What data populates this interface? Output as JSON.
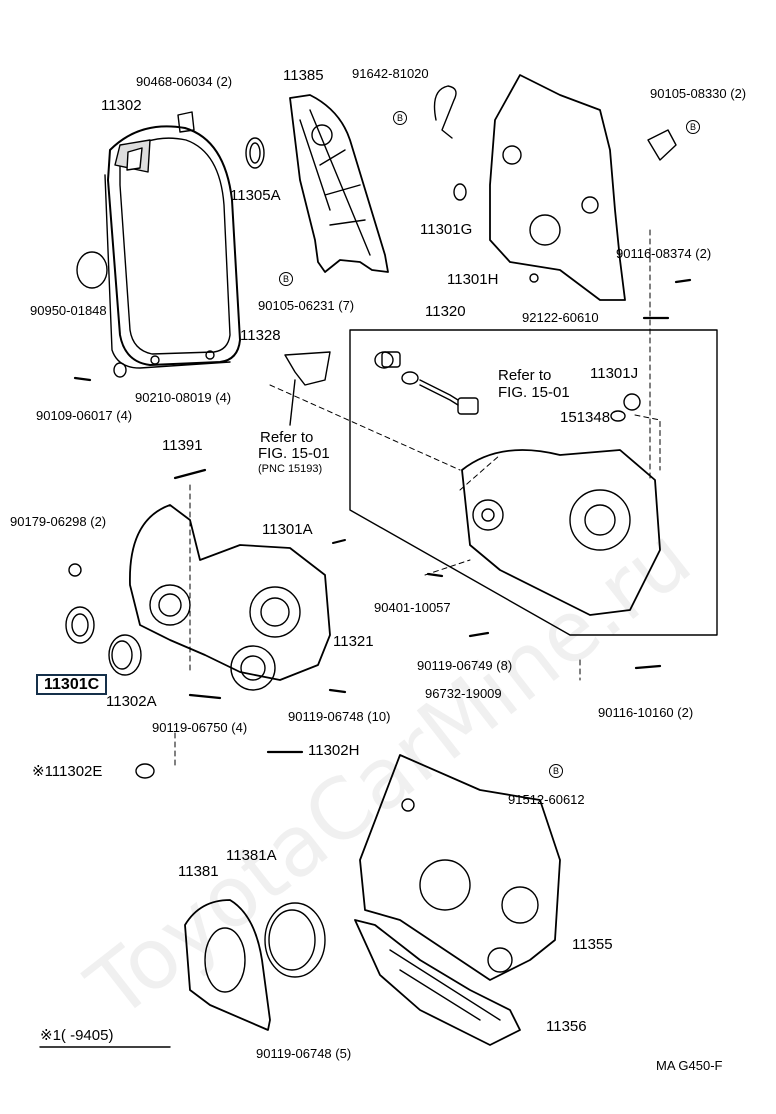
{
  "watermark": "ToyotaCarMine.ru",
  "labels": {
    "p90468": "90468-06034 (2)",
    "p11385": "11385",
    "p91642": "91642-81020",
    "p90105a": "90105-08330 (2)",
    "p11302": "11302",
    "p11305A": "11305A",
    "p11301G": "11301G",
    "p90950": "90950-01848",
    "p90105b": "90105-06231 (7)",
    "p11301H": "11301H",
    "p90116a": "90116-08374 (2)",
    "p11328": "11328",
    "p11320": "11320",
    "p92122": "92122-60610",
    "p90210": "90210-08019 (4)",
    "p90109": "90109-06017 (4)",
    "refer1_a": "Refer to",
    "refer1_b": "FIG. 15-01",
    "p11301J": "11301J",
    "p151348": "151348",
    "p11391": "11391",
    "refer2_a": "Refer to",
    "refer2_b": "FIG. 15-01",
    "refer2_c": "(PNC 15193)",
    "p90179": "90179-06298 (2)",
    "p11301A": "11301A",
    "p90401": "90401-10057",
    "p11321": "11321",
    "p11301C": "11301C",
    "p11302A": "11302A",
    "p90119a": "90119-06749 (8)",
    "p96732": "96732-19009",
    "p90119b": "90119-06750 (4)",
    "p90119c": "90119-06748 (10)",
    "p90116b": "90116-10160 (2)",
    "p11302H": "11302H",
    "p11302E": "※111302E",
    "p91512": "91512-60612",
    "p11381": "11381",
    "p11381A": "11381A",
    "p11355": "11355",
    "p11356": "11356",
    "p90119d": "90119-06748 (5)",
    "footnote": "※1(      -9405)",
    "code": "MA  G450-F"
  },
  "marker": "B"
}
